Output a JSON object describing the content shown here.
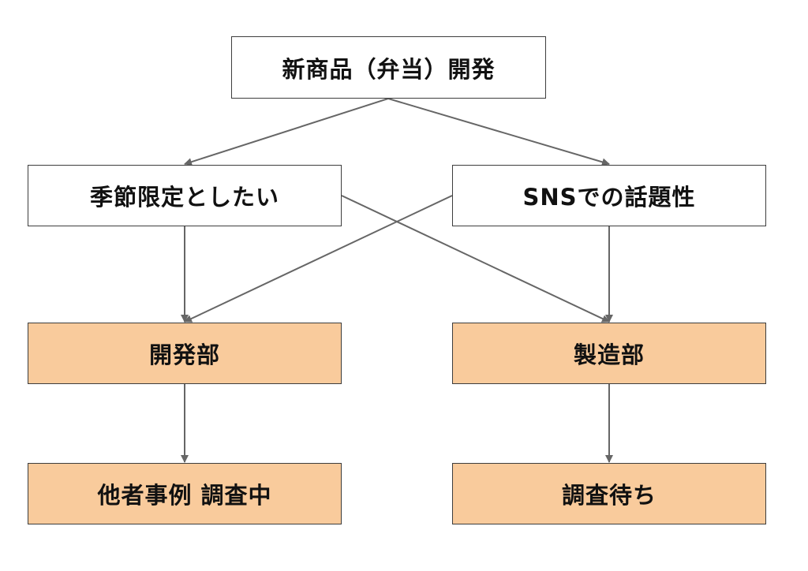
{
  "diagram": {
    "root": {
      "label": "新商品（弁当）開発"
    },
    "criteria": [
      {
        "label": "季節限定としたい"
      },
      {
        "label": "SNSでの話題性"
      }
    ],
    "departments": [
      {
        "label": "開発部"
      },
      {
        "label": "製造部"
      }
    ],
    "statuses": [
      {
        "label": "他者事例 調査中"
      },
      {
        "label": "調査待ち"
      }
    ],
    "edges": [
      [
        "root",
        "seasonal"
      ],
      [
        "root",
        "sns"
      ],
      [
        "seasonal",
        "dev"
      ],
      [
        "seasonal",
        "mfg"
      ],
      [
        "sns",
        "dev"
      ],
      [
        "sns",
        "mfg"
      ],
      [
        "dev",
        "dev-status"
      ],
      [
        "mfg",
        "mfg-status"
      ]
    ],
    "colors": {
      "department_fill": "#f9cb9c",
      "node_border": "#3d3d3d",
      "arrow": "#666666"
    }
  }
}
